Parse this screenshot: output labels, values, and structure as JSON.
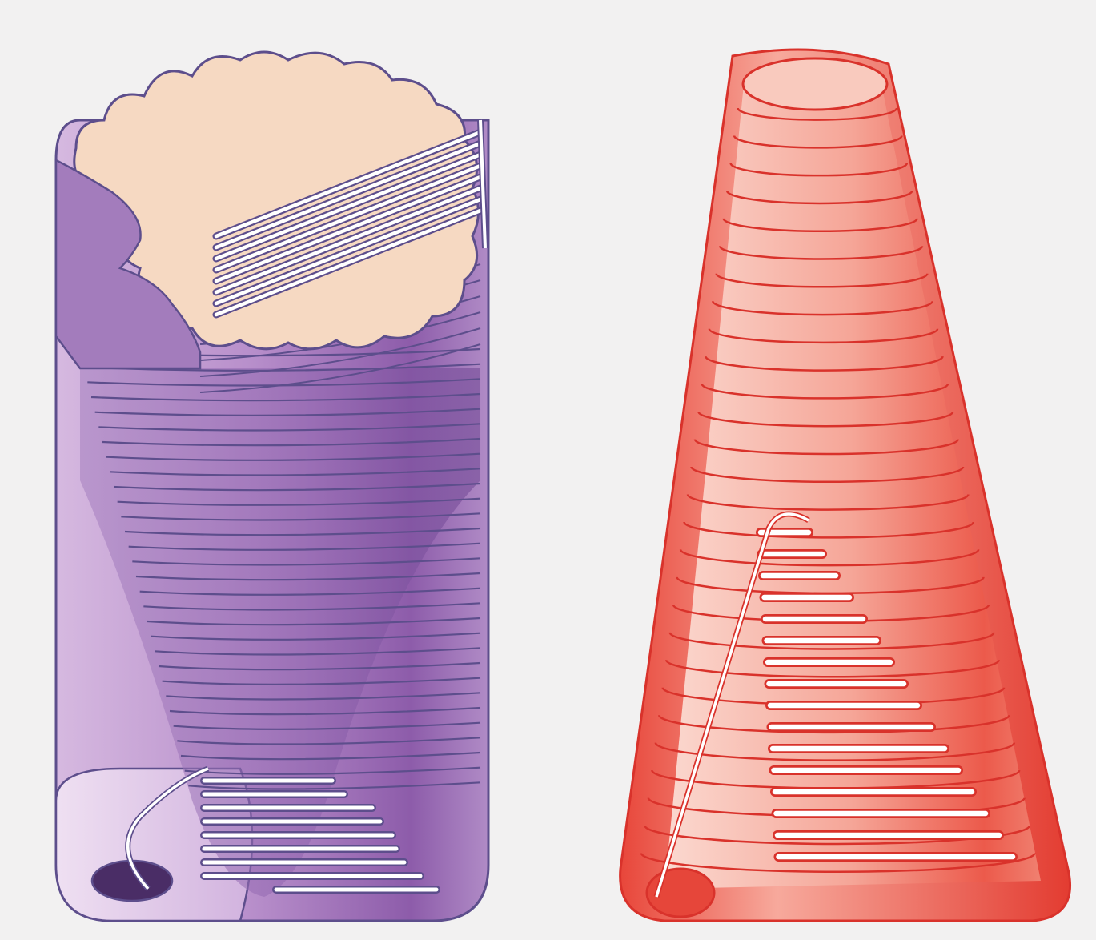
{
  "figure": {
    "background": "#f2f1f1",
    "panels": [
      {
        "id": "rod",
        "shape": "cylinder",
        "disc_count": 30,
        "infolding_count": 9,
        "colors": {
          "outline": "#5d4e8c",
          "body_light": "#d9bfe3",
          "body_mid": "#b48ac8",
          "body_dark": "#8a5aa8",
          "top_face": "#f6d9c2",
          "inner_tube": "#9b6fb6",
          "membrane": "#ffffff"
        }
      },
      {
        "id": "cone",
        "shape": "cone",
        "disc_count": 28,
        "infolding_count": 16,
        "colors": {
          "outline": "#d9322b",
          "body_light": "#fbd6cd",
          "body_mid": "#f49184",
          "body_dark": "#e8493b",
          "membrane": "#ffffff"
        }
      }
    ]
  }
}
